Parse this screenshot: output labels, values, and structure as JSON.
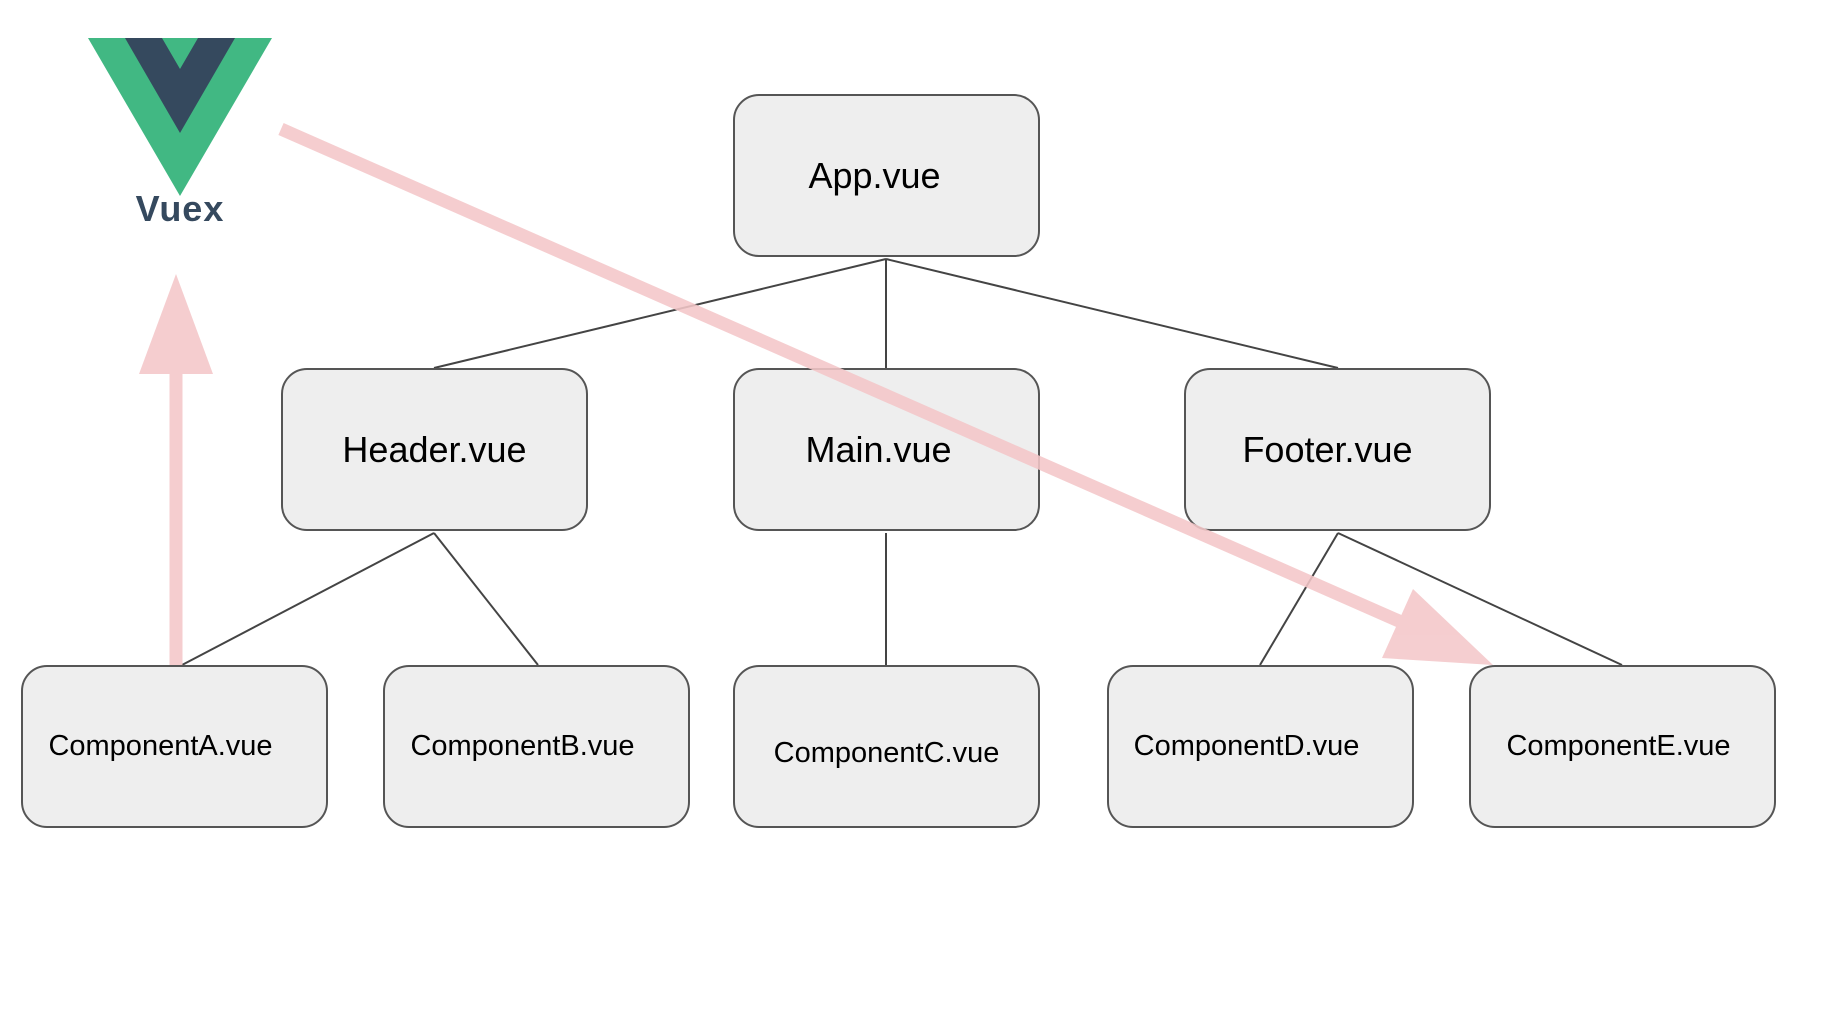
{
  "logo": {
    "text": "Vuex",
    "icon": "vuex-v-logo",
    "colors": {
      "outer": "#41b883",
      "inner": "#35495e",
      "text": "#35495e"
    }
  },
  "nodes": {
    "app": "App.vue",
    "header": "Header.vue",
    "main": "Main.vue",
    "footer": "Footer.vue",
    "component_a": "ComponentA.vue",
    "component_b": "ComponentB.vue",
    "component_c": "ComponentC.vue",
    "component_d": "ComponentD.vue",
    "component_e": "ComponentE.vue"
  },
  "edges": [
    [
      "App.vue",
      "Header.vue"
    ],
    [
      "App.vue",
      "Main.vue"
    ],
    [
      "App.vue",
      "Footer.vue"
    ],
    [
      "Header.vue",
      "ComponentA.vue"
    ],
    [
      "Header.vue",
      "ComponentB.vue"
    ],
    [
      "Main.vue",
      "ComponentC.vue"
    ],
    [
      "Footer.vue",
      "ComponentD.vue"
    ],
    [
      "Footer.vue",
      "ComponentE.vue"
    ]
  ],
  "flows": [
    [
      "ComponentA.vue",
      "Vuex"
    ],
    [
      "Vuex",
      "ComponentE.vue"
    ]
  ],
  "colors": {
    "node_fill": "#eeeeee",
    "node_border": "#555555",
    "connector": "#444444",
    "flow_arrow": "#f4c7c9"
  }
}
